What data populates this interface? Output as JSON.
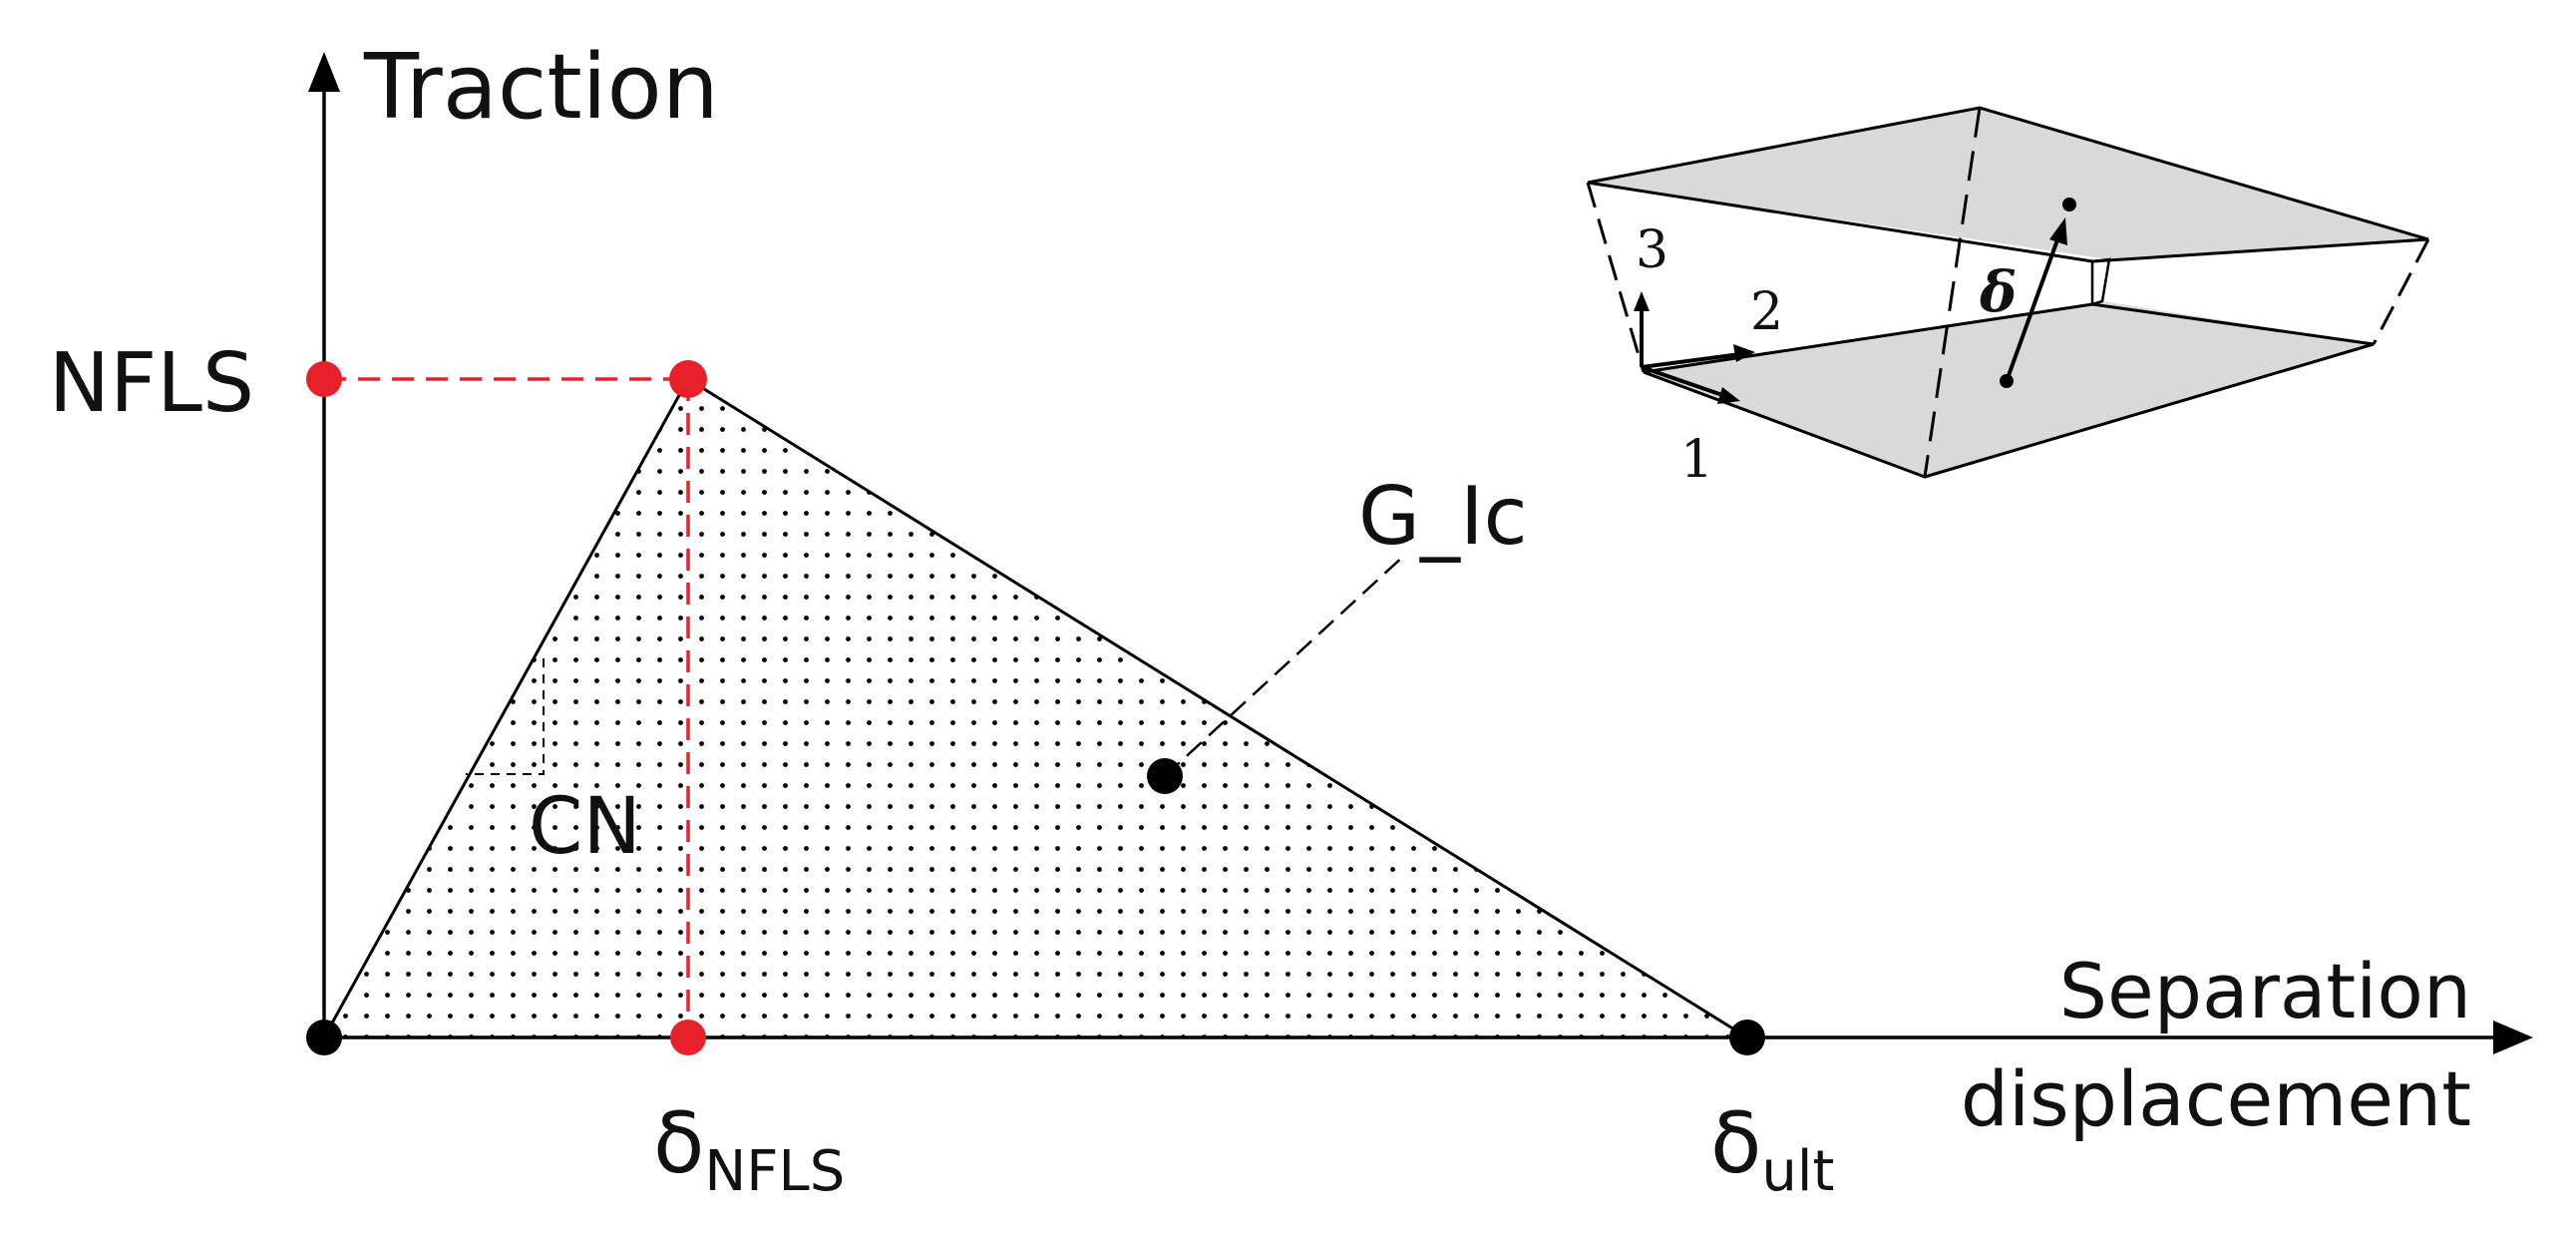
{
  "axes": {
    "y_label": "Traction",
    "x_label_line1": "Separation",
    "x_label_line2": "displacement"
  },
  "labels": {
    "peak": "NFLS",
    "delta_symbol": "δ",
    "delta_nfls_sub": "NFLS",
    "delta_ult_sub": "ult",
    "energy": "G_Ic",
    "stiffness": "CN"
  },
  "inset": {
    "dir_1": "1",
    "dir_2": "2",
    "dir_3": "3",
    "delta": "δ"
  },
  "colors": {
    "line": "#000000",
    "highlight": "#e8202a",
    "fill": "#d9d9d9"
  }
}
